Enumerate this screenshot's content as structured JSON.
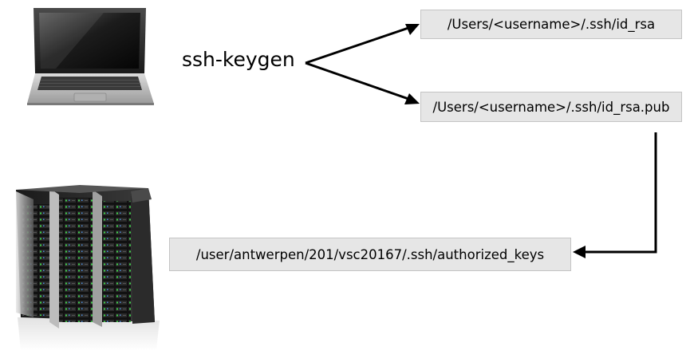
{
  "command": {
    "label": "ssh-keygen"
  },
  "files": {
    "private_key": "/Users/<username>/.ssh/id_rsa",
    "public_key": "/Users/<username>/.ssh/id_rsa.pub",
    "authorized_keys": "/user/antwerpen/201/vsc20167/.ssh/authorized_keys"
  },
  "icons": {
    "client": "laptop-icon",
    "server": "server-rack-icon"
  }
}
